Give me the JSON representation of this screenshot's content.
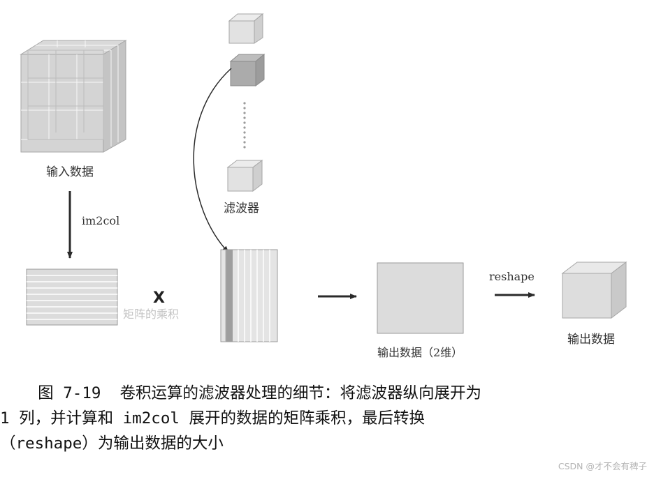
{
  "diagram": {
    "input_label": "输入数据",
    "im2col_label": "im2col",
    "filter_label": "滤波器",
    "multiply_symbol": "X",
    "matrix_product_label": "矩阵的乘积",
    "output_2d_label": "输出数据（2维）",
    "reshape_label": "reshape",
    "output_label": "输出数据"
  },
  "caption": {
    "line1": "    图 7-19  卷积运算的滤波器处理的细节：将滤波器纵向展开为",
    "line2": "1 列，并计算和 im2col 展开的数据的矩阵乘积，最后转换",
    "line3": "（reshape）为输出数据的大小"
  },
  "watermark": "CSDN @才不会有稗子"
}
